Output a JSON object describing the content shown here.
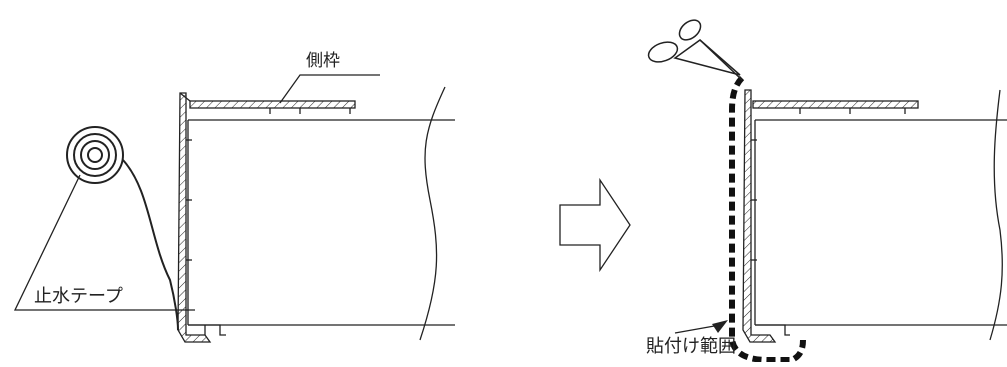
{
  "labels": {
    "side_frame": "側枠",
    "waterproof_tape": "止水テープ",
    "apply_range": "貼付け範囲"
  },
  "icons": {
    "scissors": "scissors-icon",
    "arrow": "right-arrow-icon",
    "tape_roll": "tape-roll-icon"
  },
  "colors": {
    "line": "#222222",
    "tape_dash": "#111111"
  }
}
